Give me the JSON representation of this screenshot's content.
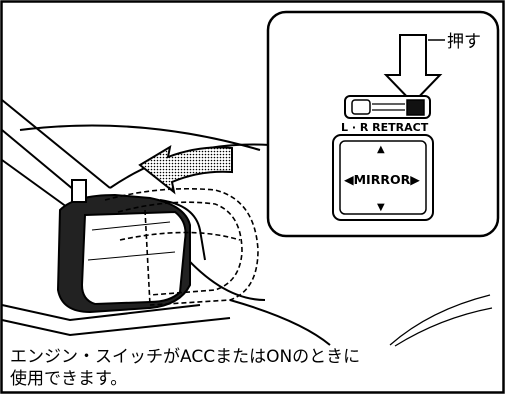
{
  "callout": {
    "push_label": "押す",
    "switch_label": "L · R RETRACT",
    "control_label": "◀MIRROR▶",
    "up_glyph": "▲",
    "down_glyph": "▼"
  },
  "caption": {
    "line1": "エンジン・スイッチがACCまたはONのときに",
    "line2": "使用できます。"
  }
}
